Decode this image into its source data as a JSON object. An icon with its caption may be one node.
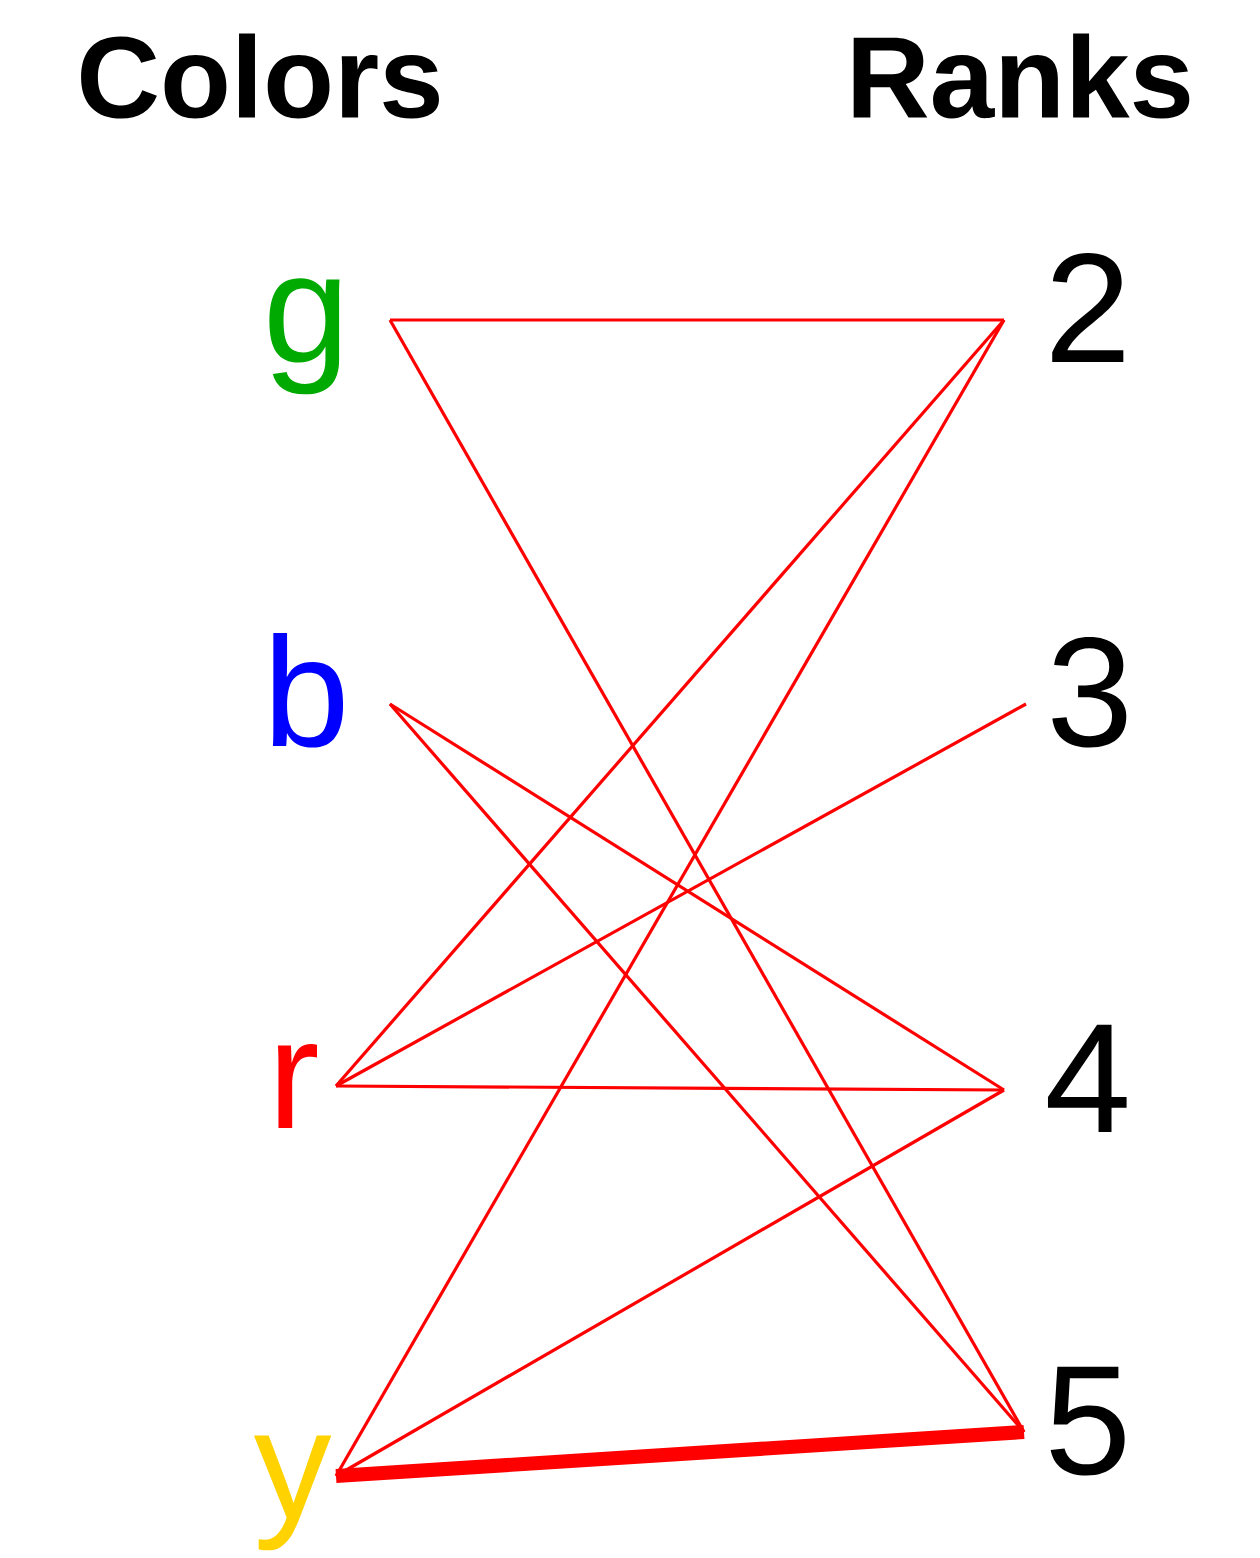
{
  "diagram": {
    "nodes": [
      {
        "text": [
          "g"
        ]
      },
      {
        "text": [
          "b"
        ]
      },
      {
        "text": [
          "r"
        ]
      },
      {
        "text": [
          "y"
        ]
      },
      {
        "text": [
          "2"
        ]
      },
      {
        "text": [
          "3"
        ]
      },
      {
        "text": [
          "4"
        ]
      },
      {
        "text": [
          "5"
        ]
      }
    ],
    "edges": [
      {
        "from": 0,
        "to": 4,
        "arrow": "none"
      },
      {
        "from": 0,
        "to": 7,
        "arrow": "none"
      },
      {
        "from": 1,
        "to": 6,
        "arrow": "none"
      },
      {
        "from": 1,
        "to": 7,
        "arrow": "none"
      },
      {
        "from": 2,
        "to": 4,
        "arrow": "none"
      },
      {
        "from": 2,
        "to": 5,
        "arrow": "none"
      },
      {
        "from": 2,
        "to": 6,
        "arrow": "none"
      },
      {
        "from": 3,
        "to": 4,
        "arrow": "none"
      },
      {
        "from": 3,
        "to": 6,
        "arrow": "none"
      },
      {
        "from": 3,
        "to": 7,
        "arrow": "none",
        "style": "thick"
      }
    ],
    "labels": [
      "Colors",
      "Ranks"
    ]
  }
}
